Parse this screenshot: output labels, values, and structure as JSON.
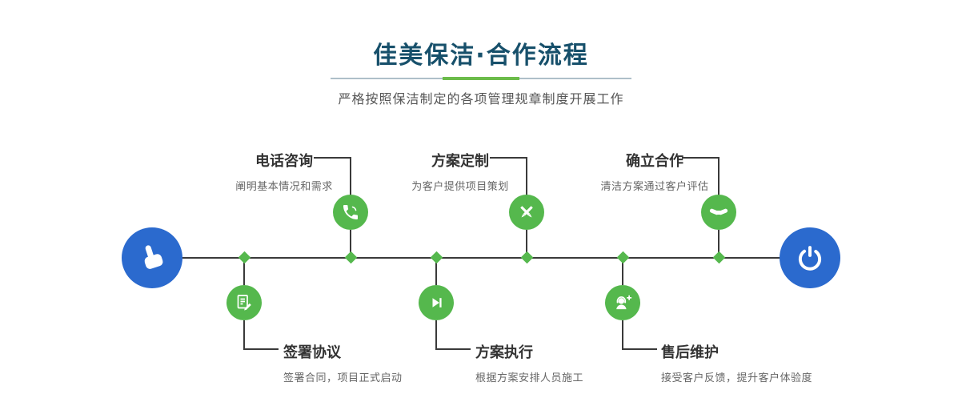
{
  "header": {
    "title": "佳美保洁·合作流程",
    "subtitle": "严格按照保洁制定的各项管理规章制度开展工作"
  },
  "steps": {
    "top": [
      {
        "title": "电话咨询",
        "desc": "阐明基本情况和需求",
        "icon": "phone-icon"
      },
      {
        "title": "方案定制",
        "desc": "为客户提供项目策划",
        "icon": "design-pencils-icon"
      },
      {
        "title": "确立合作",
        "desc": "清洁方案通过客户评估",
        "icon": "handshake-icon"
      }
    ],
    "bottom": [
      {
        "title": "签署协议",
        "desc": "签署合同，项目正式启动",
        "icon": "contract-pen-icon"
      },
      {
        "title": "方案执行",
        "desc": "根据方案安排人员施工",
        "icon": "play-next-icon"
      },
      {
        "title": "售后维护",
        "desc": "接受客户反馈，提升客户体验度",
        "icon": "support-headset-icon"
      }
    ],
    "start_icon": "hand-pointer-icon",
    "end_icon": "power-icon"
  },
  "colors": {
    "accent_green": "#55b84d",
    "accent_blue": "#2b6ace",
    "title_blue": "#17506b",
    "line_dark": "#3a3a3a"
  }
}
